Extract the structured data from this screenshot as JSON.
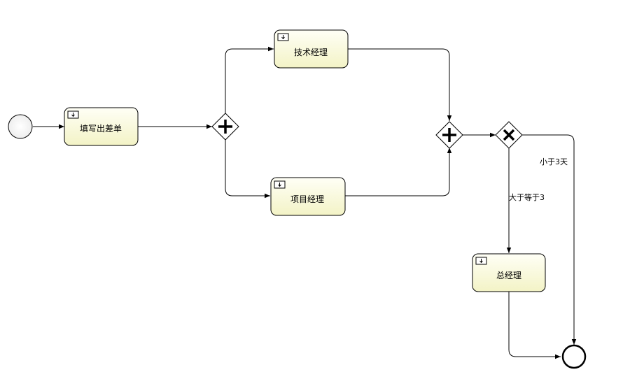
{
  "tasks": {
    "fill_form": "填写出差单",
    "tech_manager": "技术经理",
    "project_manager": "项目经理",
    "general_manager": "总经理"
  },
  "flows": {
    "less_than_3": "小于3天",
    "ge_3": "大于等于3"
  },
  "colors": {
    "task_fill_top": "#fffff2",
    "task_fill_bottom": "#f4f4c8",
    "gateway_fill": "#ffffff",
    "stroke": "#000000"
  }
}
